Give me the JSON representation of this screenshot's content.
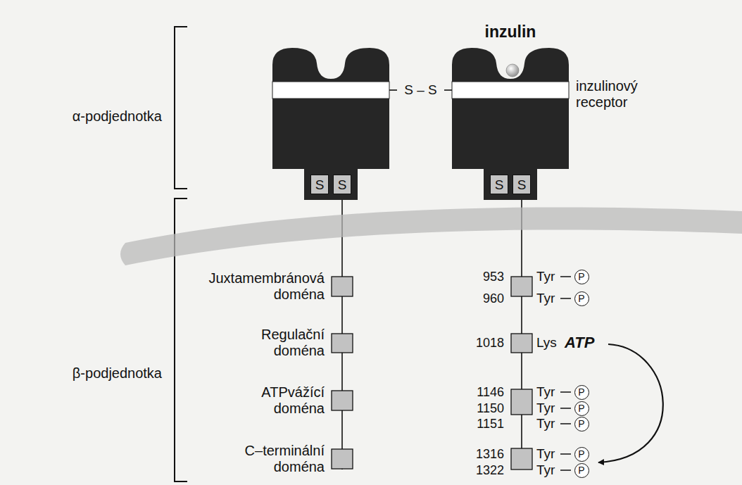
{
  "diagram": {
    "nodes": [
      {
        "text": [
          "S"
        ]
      },
      {
        "text": [
          "S"
        ]
      },
      {
        "text": [
          "S"
        ]
      },
      {
        "text": [
          "S"
        ]
      },
      {
        "text": [
          "P"
        ]
      },
      {
        "text": [
          "P"
        ]
      },
      {
        "text": [
          "P"
        ]
      },
      {
        "text": [
          "P"
        ]
      },
      {
        "text": [
          "P"
        ]
      },
      {
        "text": [
          "P"
        ]
      },
      {
        "text": [
          "P"
        ]
      }
    ],
    "labels": [
      "inzulin",
      "α-podjednotka",
      "S – S",
      "inzulinový receptor",
      "β-podjednotka",
      "Juxtamembránová doména",
      "Regulační doména",
      "ATPvážící doména",
      "C–terminální doména",
      "953",
      "Tyr",
      "960",
      "Tyr",
      "1018",
      "Lys",
      "ATP",
      "1146",
      "Tyr",
      "1150",
      "Tyr",
      "1151",
      "Tyr",
      "1316",
      "Tyr",
      "1322",
      "Tyr"
    ]
  }
}
